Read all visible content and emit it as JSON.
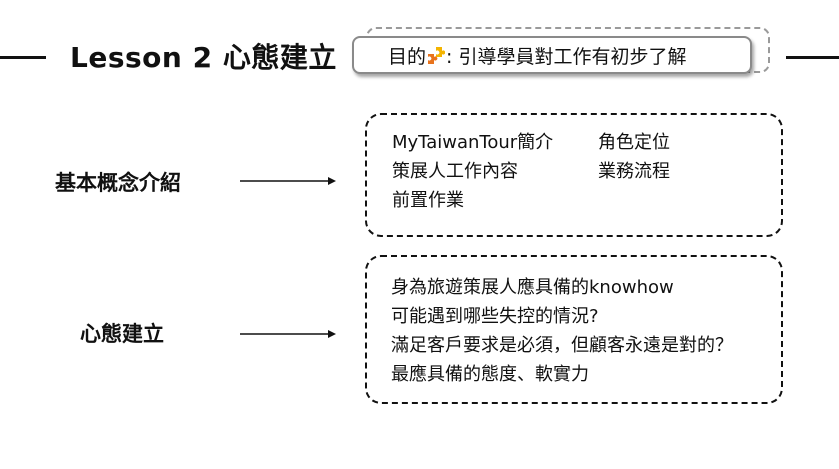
{
  "header": {
    "title": "Lesson 2 心態建立",
    "purpose_prefix": "目的",
    "purpose_text": ": 引導學員對工作有初步了解",
    "purpose_icon": "puzzle-icon"
  },
  "sections": [
    {
      "label": "基本概念介紹",
      "items": [
        "MyTaiwanTour簡介",
        "角色定位",
        "策展人工作內容",
        "業務流程",
        "前置作業"
      ]
    },
    {
      "label": "心態建立",
      "items": [
        "身為旅遊策展人應具備的knowhow",
        "可能遇到哪些失控的情況?",
        "滿足客戶要求是必須，但顧客永遠是對的？",
        "最應具備的態度、軟實力"
      ]
    }
  ],
  "colors": {
    "text": "#111111",
    "border_gray": "#8a8a8a",
    "puzzle_yellow": "#f4b400",
    "puzzle_orange": "#e8731c"
  }
}
